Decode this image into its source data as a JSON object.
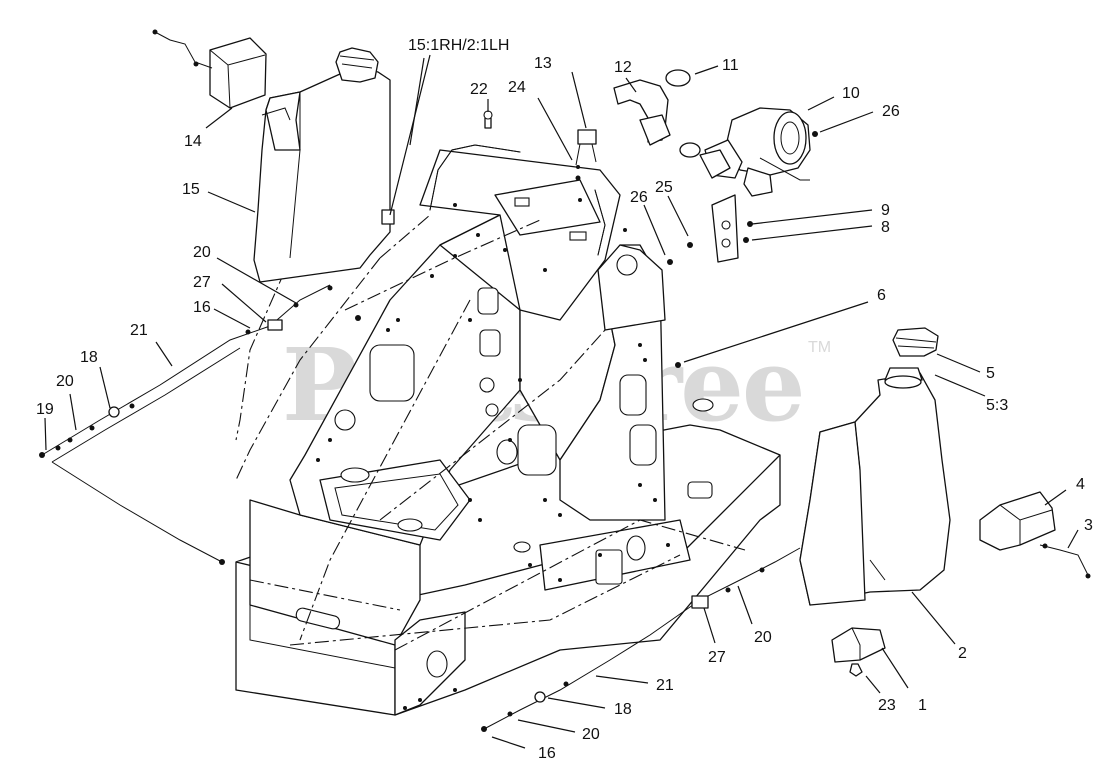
{
  "watermark": {
    "text": "PartsTree",
    "trademark": "TM"
  },
  "callouts": [
    {
      "id": "c-15-1rh",
      "text": "15:1RH/2:1LH"
    },
    {
      "id": "c-13",
      "text": "13"
    },
    {
      "id": "c-12",
      "text": "12"
    },
    {
      "id": "c-11",
      "text": "11"
    },
    {
      "id": "c-10",
      "text": "10"
    },
    {
      "id": "c-22",
      "text": "22"
    },
    {
      "id": "c-24",
      "text": "24"
    },
    {
      "id": "c-26a",
      "text": "26"
    },
    {
      "id": "c-14",
      "text": "14"
    },
    {
      "id": "c-15",
      "text": "15"
    },
    {
      "id": "c-26b",
      "text": "26"
    },
    {
      "id": "c-25",
      "text": "25"
    },
    {
      "id": "c-9",
      "text": "9"
    },
    {
      "id": "c-8",
      "text": "8"
    },
    {
      "id": "c-20a",
      "text": "20"
    },
    {
      "id": "c-27a",
      "text": "27"
    },
    {
      "id": "c-16a",
      "text": "16"
    },
    {
      "id": "c-6",
      "text": "6"
    },
    {
      "id": "c-21a",
      "text": "21"
    },
    {
      "id": "c-18a",
      "text": "18"
    },
    {
      "id": "c-5",
      "text": "5"
    },
    {
      "id": "c-20b",
      "text": "20"
    },
    {
      "id": "c-5-3",
      "text": "5:3"
    },
    {
      "id": "c-19",
      "text": "19"
    },
    {
      "id": "c-4",
      "text": "4"
    },
    {
      "id": "c-3",
      "text": "3"
    },
    {
      "id": "c-20c",
      "text": "20"
    },
    {
      "id": "c-27b",
      "text": "27"
    },
    {
      "id": "c-2",
      "text": "2"
    },
    {
      "id": "c-21b",
      "text": "21"
    },
    {
      "id": "c-23",
      "text": "23"
    },
    {
      "id": "c-1",
      "text": "1"
    },
    {
      "id": "c-18b",
      "text": "18"
    },
    {
      "id": "c-20d",
      "text": "20"
    },
    {
      "id": "c-16b",
      "text": "16"
    }
  ]
}
